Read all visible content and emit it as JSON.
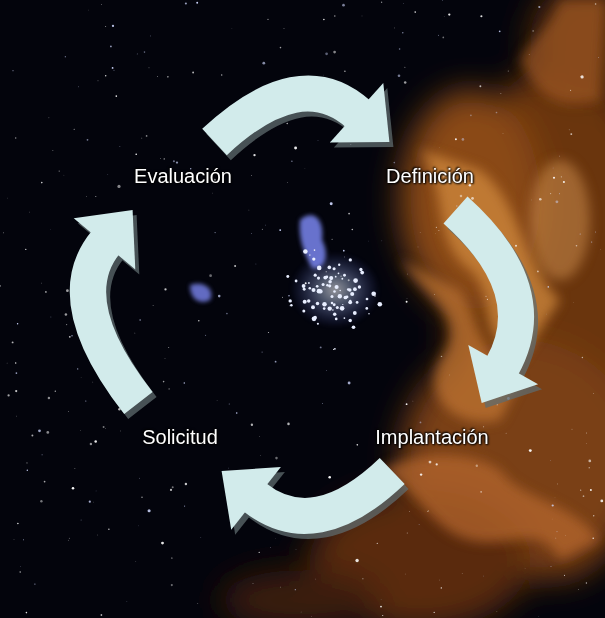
{
  "diagram": {
    "nodes": [
      {
        "text": [
          "Evaluación"
        ]
      },
      {
        "text": [
          "Definición"
        ]
      },
      {
        "text": [
          "Solicitud"
        ]
      },
      {
        "text": [
          "Implantación"
        ]
      }
    ],
    "edges": [
      {
        "from": 0,
        "to": 1,
        "arrow": "to"
      },
      {
        "from": 1,
        "to": 3,
        "arrow": "to"
      },
      {
        "from": 3,
        "to": 2,
        "arrow": "to"
      },
      {
        "from": 2,
        "to": 0,
        "arrow": "to"
      }
    ]
  }
}
